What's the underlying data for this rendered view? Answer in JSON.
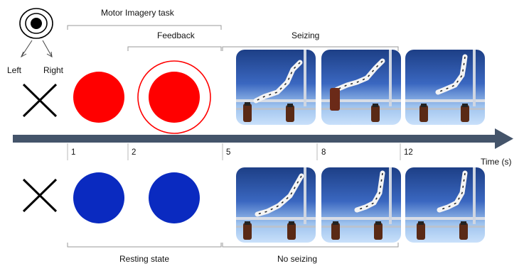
{
  "labels": {
    "eye_left": "Left",
    "eye_right": "Right",
    "motor_imagery": "Motor Imagery task",
    "feedback": "Feedback",
    "seizing": "Seizing",
    "resting_state": "Resting state",
    "no_seizing": "No seizing",
    "time_axis": "Time (s)"
  },
  "ticks": [
    "1",
    "2",
    "5",
    "8",
    "12"
  ],
  "colors": {
    "task_circle": "#ff0000",
    "rest_circle": "#0a2ac0",
    "timeline_arrow": "#44546a",
    "bracket": "#9a9a9a"
  }
}
